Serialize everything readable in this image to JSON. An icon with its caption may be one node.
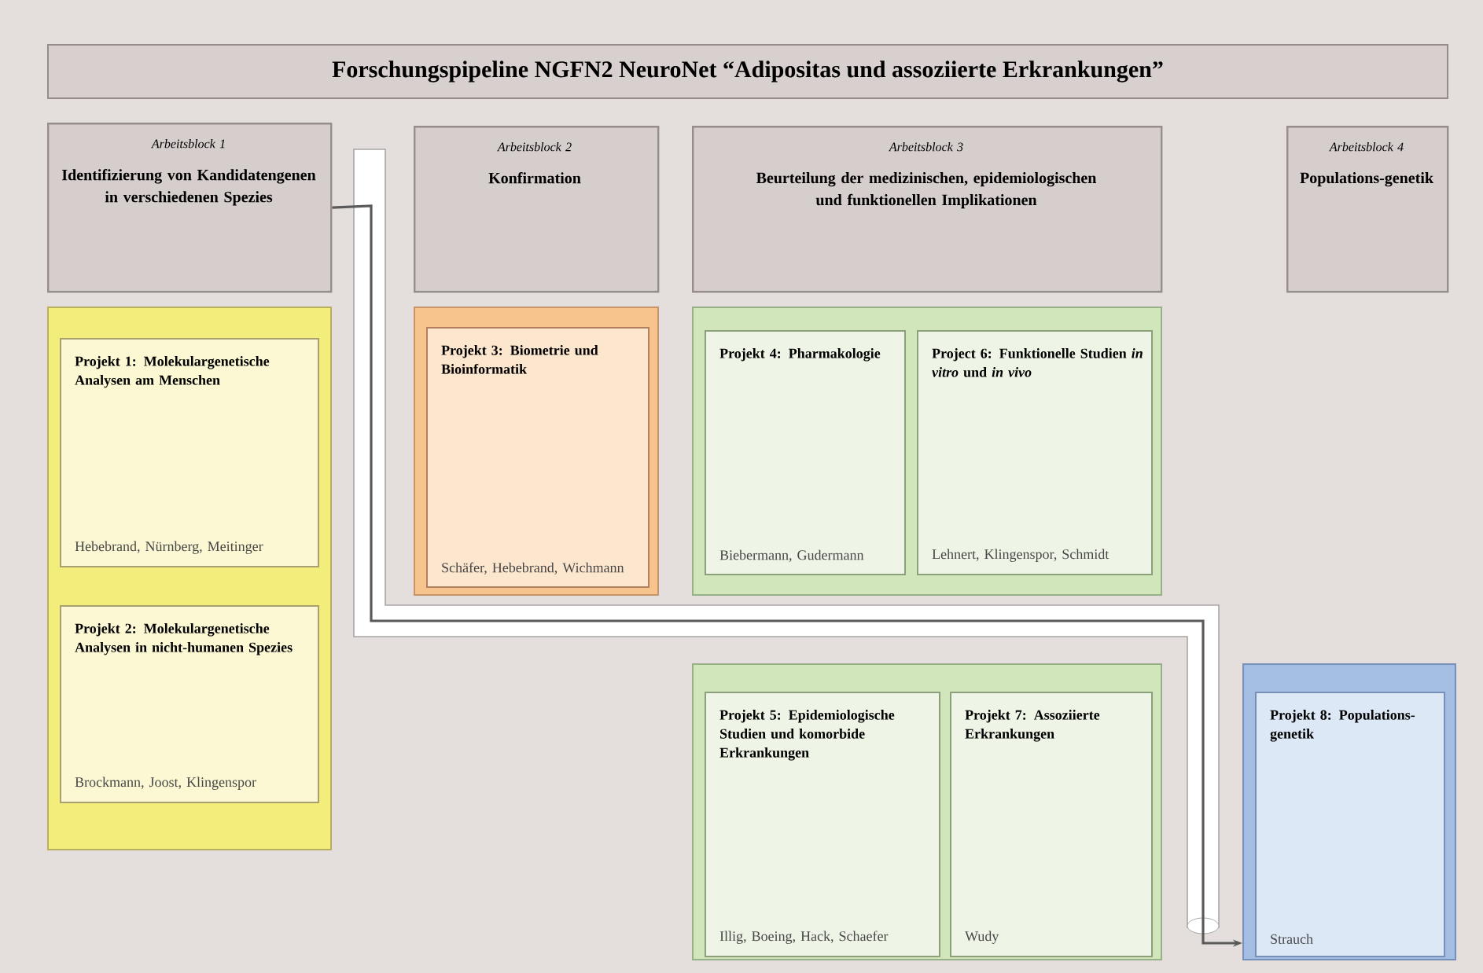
{
  "diagram": {
    "title": "Forschungspipeline NGFN2 NeuroNet “Adipositas und assoziierte Erkrankungen”",
    "nodes": [
      {
        "text": [
          "Arbeitsblock 1",
          "Identifizierung von Kandidatengenen in verschiedenen Spezies"
        ]
      },
      {
        "text": [
          "Arbeitsblock 2",
          "Konfirmation"
        ]
      },
      {
        "text": [
          "Arbeitsblock 3",
          "Beurteilung der medizinischen, epidemiologischen und funktionellen Implikationen"
        ]
      },
      {
        "text": [
          "Arbeitsblock 4",
          "Populations-genetik"
        ]
      },
      {
        "text": [],
        "shape": "box"
      },
      {
        "text": [
          "Projekt 1: Molekulargenetische Analysen am Menschen",
          "Hebebrand, Nürnberg, Meitinger"
        ],
        "in": 4
      },
      {
        "text": [
          "Projekt 2: Molekulargenetische Analysen in nicht-humanen Spezies",
          "Brockmann, Joost, Klingenspor"
        ],
        "in": 4
      },
      {
        "text": [],
        "shape": "box"
      },
      {
        "text": [
          "Projekt 3: Biometrie und Bioinformatik",
          "Schäfer, Hebebrand, Wichmann"
        ],
        "in": 7
      },
      {
        "text": [],
        "shape": "box"
      },
      {
        "text": [
          "Projekt 4: Pharmakologie",
          "Biebermann, Gudermann"
        ],
        "in": 9
      },
      {
        "text": [
          "Project 6: Funktionelle Studien *in vitro* und *in vivo*",
          "Lehnert, Klingenspor, Schmidt"
        ],
        "in": 9
      },
      {
        "text": [],
        "shape": "box"
      },
      {
        "text": [
          "Projekt 5: Epidemiologische Studien und komorbide Erkrankungen",
          "Illig, Boeing, Hack, Schaefer"
        ],
        "in": 12
      },
      {
        "text": [
          "Projekt 7: Assoziierte Erkrankungen",
          "Wudy"
        ],
        "in": 12
      },
      {
        "text": [],
        "shape": "box"
      },
      {
        "text": [
          "Projekt 8: Populations-genetik",
          "Strauch"
        ],
        "in": 15
      }
    ],
    "edges": [
      {
        "from": 0,
        "to": 15,
        "arrow": "to"
      }
    ]
  }
}
